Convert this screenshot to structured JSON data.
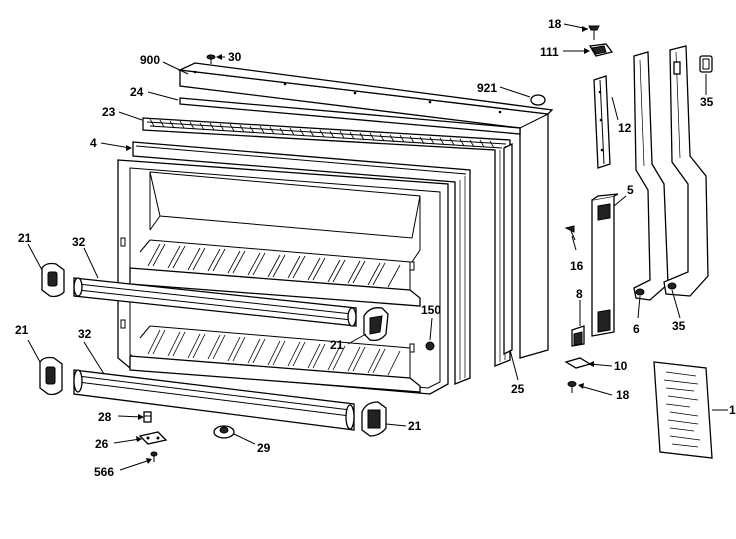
{
  "labels": {
    "p1": "1",
    "p4": "4",
    "p5": "5",
    "p6": "6",
    "p8": "8",
    "p10": "10",
    "p12": "12",
    "p16": "16",
    "p18a": "18",
    "p18b": "18",
    "p21a": "21",
    "p21b": "21",
    "p21c": "21",
    "p21d": "21",
    "p23": "23",
    "p24": "24",
    "p25": "25",
    "p26": "26",
    "p28": "28",
    "p29": "29",
    "p30": "30",
    "p32a": "32",
    "p32b": "32",
    "p35a": "35",
    "p35b": "35",
    "p111": "111",
    "p150": "150",
    "p566": "566",
    "p900": "900",
    "p921": "921"
  }
}
